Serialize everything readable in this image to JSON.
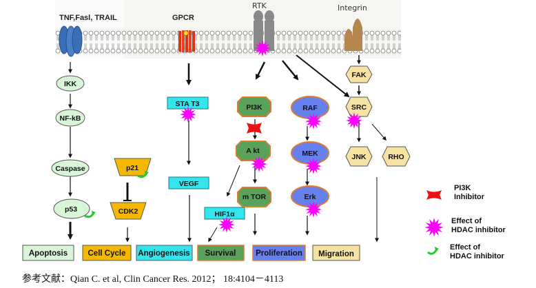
{
  "receptors": {
    "tnf": "TNF,Fasl, TRAIL",
    "gpcr": "GPCR",
    "rtk": "RTK",
    "integrin": "Integrin"
  },
  "nodes": {
    "ikk": "IKK",
    "nfkb": "NF-kB",
    "caspase": "Caspase",
    "p53": "p53",
    "p21": "p21",
    "cdk2": "CDK2",
    "stat3": "STA T3",
    "vegf": "VEGF",
    "hif1a": "HIF1α",
    "pi3k": "PI3K",
    "akt": "A kt",
    "mtor": "m TOR",
    "raf": "RAF",
    "mek": "MEK",
    "erk": "Erk",
    "fak": "FAK",
    "src": "SRC",
    "jnk": "JNK",
    "rho": "RHO"
  },
  "outcomes": {
    "apoptosis": "Apoptosis",
    "cell_cycle": "Cell Cycle",
    "angiogenesis": "Angiogenesis",
    "survival": "Survival",
    "proliferation": "Proliferation",
    "migration": "Migration"
  },
  "legend": {
    "pi3k_inhibitor_line1": "PI3K",
    "pi3k_inhibitor_line2": "Inhibitor",
    "hdac_star_line1": "Effect of",
    "hdac_star_line2": "HDAC inhibitor",
    "hdac_arrow_line1": "Effect of",
    "hdac_arrow_line2": "HDAC inhibitor"
  },
  "citation": "参考文献：Qian C. et al, Clin Cancer Res. 2012； 18:4104－4113",
  "colors": {
    "apoptosis_green": "#d8f5d8",
    "cell_cycle_orange": "#f5b800",
    "angiogenesis_cyan": "#33e6ee",
    "survival_green": "#5aa25a",
    "proliferation_blue": "#6680ee",
    "migration_tan": "#f7e3a1",
    "hdac_magenta": "#ff00ff",
    "pi3k_inhibitor_red": "#ee1111",
    "hdac_arrow_green": "#22cc22",
    "node_border_orange": "#e07a30"
  }
}
